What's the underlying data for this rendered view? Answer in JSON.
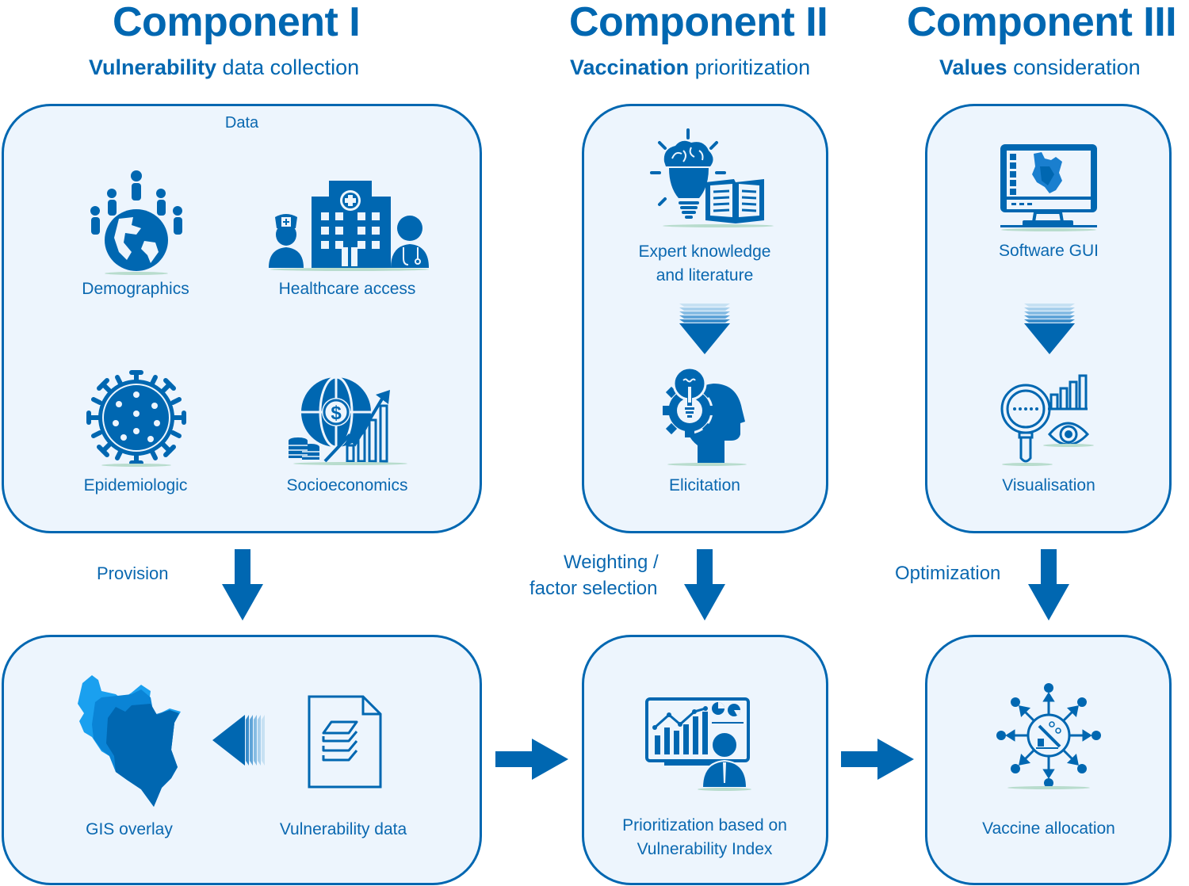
{
  "components": [
    {
      "title": "Component I",
      "subtitle_bold": "Vulnerability",
      "subtitle_rest": " data collection"
    },
    {
      "title": "Component II",
      "subtitle_bold": "Vaccination",
      "subtitle_rest": " prioritization"
    },
    {
      "title": "Component III",
      "subtitle_bold": "Values",
      "subtitle_rest": " consideration"
    }
  ],
  "top_panels": {
    "data": {
      "heading": "Data",
      "items": [
        {
          "label": "Demographics",
          "icon": "globe-people-icon"
        },
        {
          "label": "Healthcare access",
          "icon": "hospital-staff-icon"
        },
        {
          "label": "Epidemiologic",
          "icon": "virus-icon"
        },
        {
          "label": "Socioeconomics",
          "icon": "economy-globe-chart-icon"
        }
      ]
    },
    "prioritization": {
      "items": [
        {
          "label_line1": "Expert knowledge",
          "label_line2": "and literature",
          "icon": "brain-bulb-book-icon"
        },
        {
          "label": "Elicitation",
          "icon": "head-gear-bulb-icon"
        }
      ]
    },
    "values": {
      "items": [
        {
          "label": "Software GUI",
          "icon": "monitor-map-icon"
        },
        {
          "label": "Visualisation",
          "icon": "magnifier-chart-eye-icon"
        }
      ]
    }
  },
  "connectors": {
    "provision": "Provision",
    "weighting_line1": "Weighting /",
    "weighting_line2": "factor selection",
    "optimization": "Optimization"
  },
  "bottom_panels": {
    "gis": {
      "map_label": "GIS overlay",
      "doc_label": "Vulnerability data"
    },
    "index": {
      "label_line1": "Prioritization based on",
      "label_line2": "Vulnerability Index"
    },
    "allocation": {
      "label": "Vaccine allocation"
    }
  },
  "colors": {
    "primary": "#0067b1",
    "panel_fill": "#edf5fd",
    "map_light": "#1aa0ef",
    "map_mid": "#0a84d6",
    "map_dark": "#0067b1"
  }
}
